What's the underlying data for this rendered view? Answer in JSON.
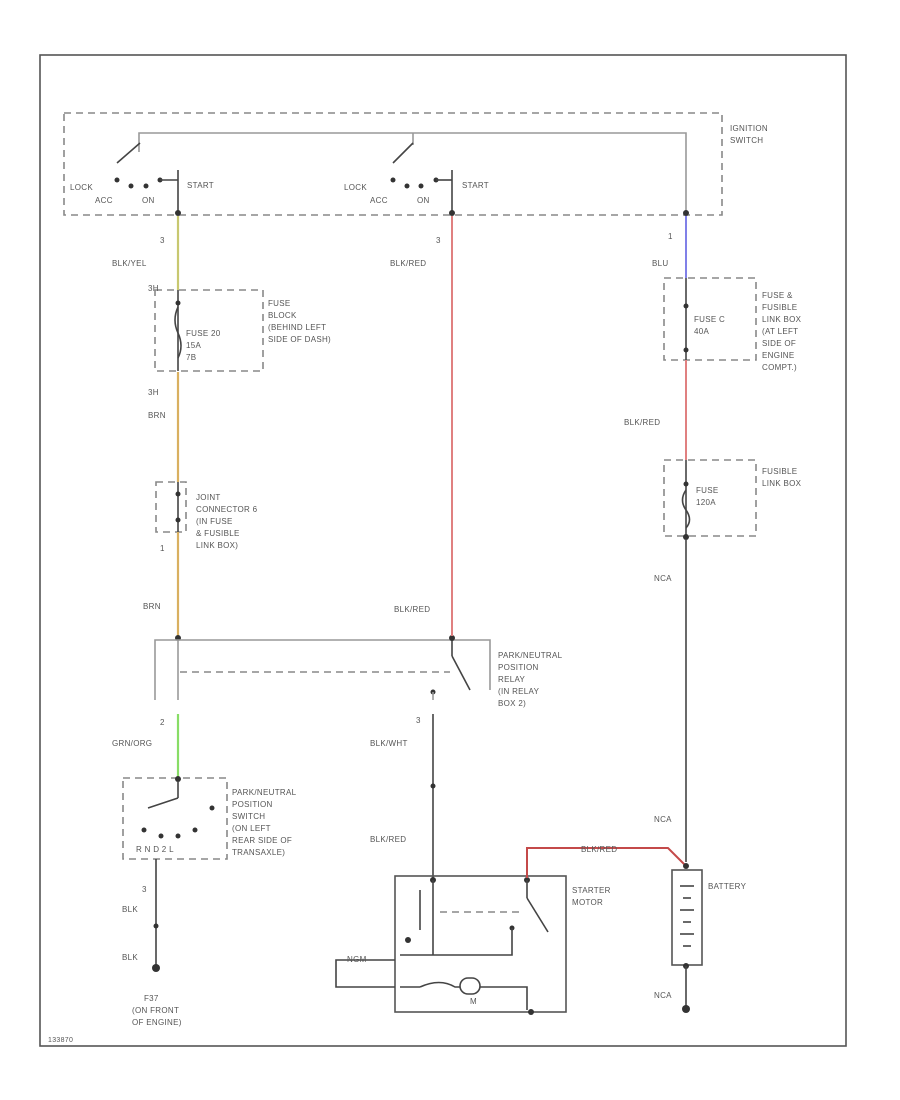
{
  "colors": {
    "wire_yellow": "#c8c870",
    "wire_brown": "#d9b060",
    "wire_red": "#e08080",
    "wire_blue": "#8080e8",
    "wire_green": "#88dd66",
    "wire_battery_red": "#c44a4a"
  },
  "ignition": {
    "title_line1": "IGNITION",
    "title_line2": "SWITCH",
    "left": {
      "lock": "LOCK",
      "acc": "ACC",
      "on": "ON",
      "start": "START"
    },
    "mid": {
      "lock": "LOCK",
      "acc": "ACC",
      "on": "ON",
      "start": "START"
    }
  },
  "left_branch": {
    "pin_top": "3",
    "wire1": "BLK/YEL",
    "fuse_pin_top": "3H",
    "fuse_label": "FUSE 20",
    "fuse_rating": "15A",
    "fuse_sub": "7B",
    "fuse_block": [
      "FUSE",
      "BLOCK",
      "(BEHIND LEFT",
      "SIDE OF DASH)"
    ],
    "fuse_pin_bottom": "3H",
    "wire2": "BRN",
    "joint": [
      "JOINT",
      "CONNECTOR 6",
      "(IN FUSE",
      "& FUSIBLE",
      "LINK BOX)"
    ],
    "joint_pin": "1",
    "wire3": "BRN",
    "relay_pin": "2",
    "wire4": "GRN/ORG",
    "pns": [
      "PARK/NEUTRAL",
      "POSITION",
      "SWITCH",
      "(ON LEFT",
      "REAR SIDE OF",
      "TRANSAXLE)"
    ],
    "pns_bottom": "R N D 2 L",
    "pin_bottom": "3",
    "wire5": "BLK",
    "wire6": "BLK",
    "ground": [
      "F37",
      "(ON FRONT",
      "OF ENGINE)"
    ]
  },
  "mid_branch": {
    "pin_top": "3",
    "wire1": "BLK/RED",
    "wire2": "BLK/RED",
    "relay": [
      "PARK/NEUTRAL",
      "POSITION",
      "RELAY",
      "(IN RELAY",
      "BOX 2)"
    ],
    "relay_pin": "3",
    "wire3": "BLK/WHT",
    "wire4": "BLK/RED",
    "starter": [
      "STARTER",
      "MOTOR"
    ],
    "starter_terminal": "NGM",
    "motor": "M"
  },
  "right_branch": {
    "pin_top": "1",
    "wire1": "BLU",
    "fuse_label": "FUSE C",
    "fuse_rating": "40A",
    "fuse_box": [
      "FUSE &",
      "FUSIBLE",
      "LINK BOX",
      "(AT LEFT",
      "SIDE OF",
      "ENGINE",
      "COMPT.)"
    ],
    "wire2": "BLK/RED",
    "fusible_label": "FUSE",
    "fusible_rating": "120A",
    "fusible_box": [
      "FUSIBLE",
      "LINK BOX"
    ],
    "wire3": "NCA",
    "wire4": "NCA",
    "battery_wire": "BLK/RED",
    "battery": "BATTERY",
    "wire5": "NCA"
  },
  "footer_code": "133870"
}
